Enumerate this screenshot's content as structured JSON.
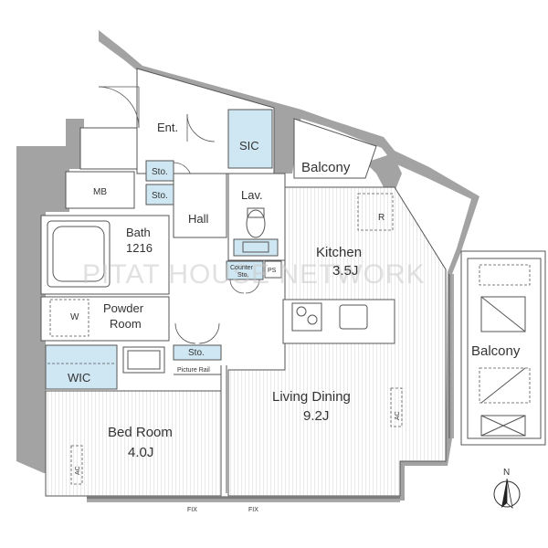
{
  "rooms": {
    "entrance": "Ent.",
    "sic": "SIC",
    "balcony_top": "Balcony",
    "storage1": "Sto.",
    "storage2": "Sto.",
    "mb": "MB",
    "lavatory": "Lav.",
    "hall": "Hall",
    "bath_name": "Bath",
    "bath_size": "1216",
    "refrigerator": "R",
    "kitchen_name": "Kitchen",
    "kitchen_size": "3.5J",
    "counter_line1": "Counter",
    "counter_line2": "Sto.",
    "ps": "PS",
    "washer": "W",
    "powder_line1": "Powder",
    "powder_line2": "Room",
    "balcony_right": "Balcony",
    "storage3": "Sto.",
    "wic": "WIC",
    "picture_rail": "Picture Rail",
    "living_name": "Living Dining",
    "living_size": "9.2J",
    "ac_living": "AC",
    "bedroom_name": "Bed Room",
    "bedroom_size": "4.0J",
    "ac_bedroom": "AC",
    "fix_left": "FIX",
    "fix_right": "FIX"
  },
  "compass": {
    "label": "N"
  },
  "watermark": "PITAT HOUSE NETWORK",
  "colors": {
    "wall": "#a3a3a3",
    "storage_fill": "#cfe7f3",
    "line": "#555555"
  }
}
